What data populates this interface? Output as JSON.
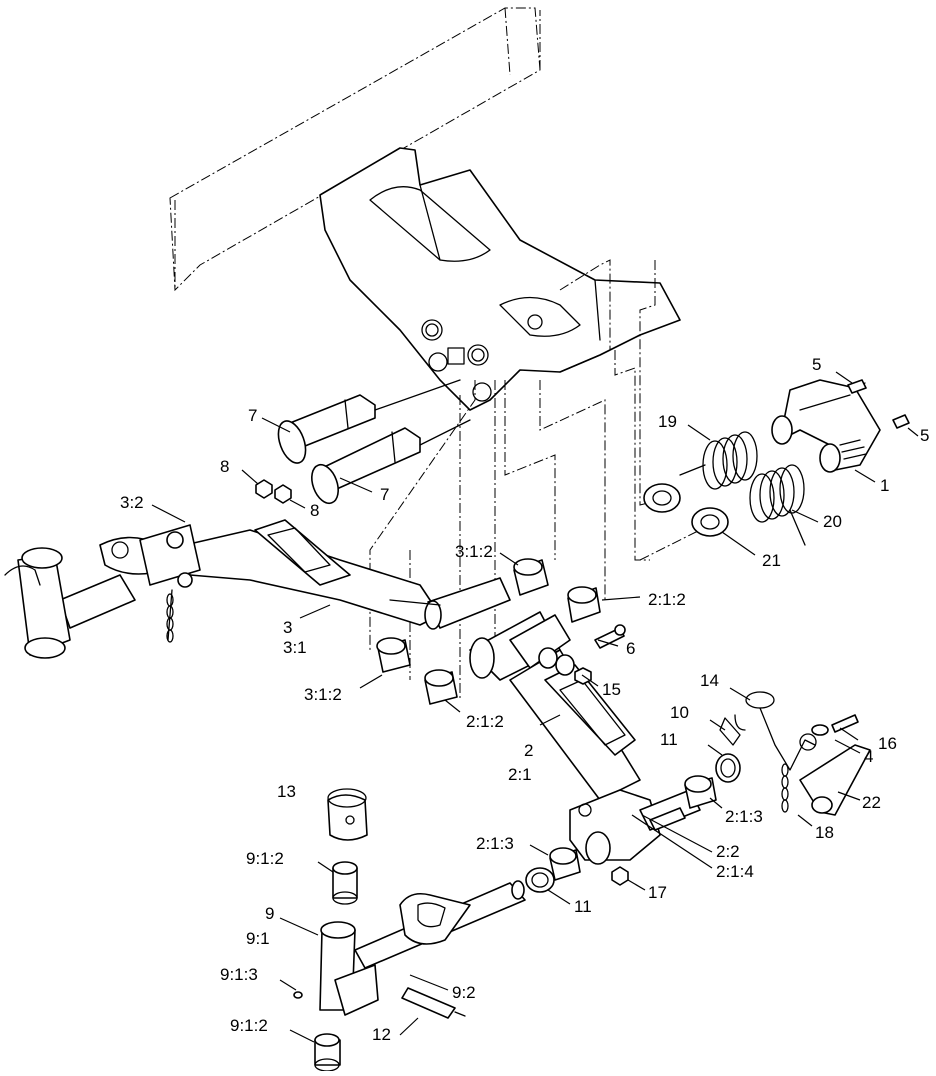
{
  "callouts": [
    {
      "id": "c5a",
      "text": "5"
    },
    {
      "id": "c5b",
      "text": "5"
    },
    {
      "id": "c19",
      "text": "19"
    },
    {
      "id": "c1",
      "text": "1"
    },
    {
      "id": "c7a",
      "text": "7"
    },
    {
      "id": "c7b",
      "text": "7"
    },
    {
      "id": "c8a",
      "text": "8"
    },
    {
      "id": "c8b",
      "text": "8"
    },
    {
      "id": "c20",
      "text": "20"
    },
    {
      "id": "c21",
      "text": "21"
    },
    {
      "id": "c32",
      "text": "3:2"
    },
    {
      "id": "c312a",
      "text": "3:1:2"
    },
    {
      "id": "c212a",
      "text": "2:1:2"
    },
    {
      "id": "c3",
      "text": "3"
    },
    {
      "id": "c31",
      "text": "3:1"
    },
    {
      "id": "c6",
      "text": "6"
    },
    {
      "id": "c15",
      "text": "15"
    },
    {
      "id": "c312b",
      "text": "3:1:2"
    },
    {
      "id": "c212b",
      "text": "2:1:2"
    },
    {
      "id": "c14",
      "text": "14"
    },
    {
      "id": "c10",
      "text": "10"
    },
    {
      "id": "c16",
      "text": "16"
    },
    {
      "id": "c4",
      "text": "4"
    },
    {
      "id": "c11a",
      "text": "11"
    },
    {
      "id": "c2",
      "text": "2"
    },
    {
      "id": "c21b",
      "text": "2:1"
    },
    {
      "id": "c22",
      "text": "22"
    },
    {
      "id": "c213a",
      "text": "2:1:3"
    },
    {
      "id": "c13",
      "text": "13"
    },
    {
      "id": "c18",
      "text": "18"
    },
    {
      "id": "c213b",
      "text": "2:1:3"
    },
    {
      "id": "c22b",
      "text": "2:2"
    },
    {
      "id": "c214",
      "text": "2:1:4"
    },
    {
      "id": "c912a",
      "text": "9:1:2"
    },
    {
      "id": "c17",
      "text": "17"
    },
    {
      "id": "c11b",
      "text": "11"
    },
    {
      "id": "c9",
      "text": "9"
    },
    {
      "id": "c91",
      "text": "9:1"
    },
    {
      "id": "c913",
      "text": "9:1:3"
    },
    {
      "id": "c92",
      "text": "9:2"
    },
    {
      "id": "c12",
      "text": "12"
    },
    {
      "id": "c912b",
      "text": "9:1:2"
    }
  ]
}
